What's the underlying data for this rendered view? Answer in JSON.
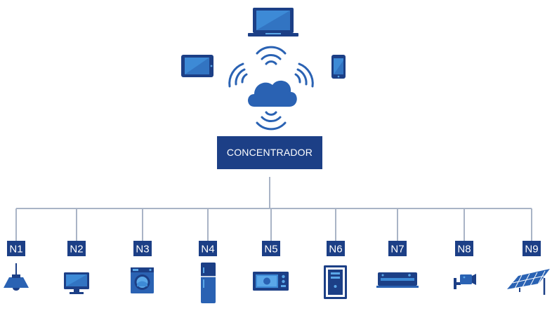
{
  "colors": {
    "navy": "#1c3f86",
    "mid_blue": "#2a62b3",
    "light_blue": "#3d8ad6",
    "sky_blue": "#5aa7e8",
    "line_gray": "#a9b4c6"
  },
  "devices": {
    "laptop": "laptop-icon",
    "tablet": "tablet-icon",
    "phone": "smartphone-icon",
    "cloud": "cloud-icon"
  },
  "concentrator": {
    "label": "CONCENTRADOR"
  },
  "nodes": [
    {
      "label": "N1",
      "icon": "pendant-lamp-icon"
    },
    {
      "label": "N2",
      "icon": "monitor-icon"
    },
    {
      "label": "N3",
      "icon": "washing-machine-icon"
    },
    {
      "label": "N4",
      "icon": "refrigerator-icon"
    },
    {
      "label": "N5",
      "icon": "microwave-icon"
    },
    {
      "label": "N6",
      "icon": "pc-tower-icon"
    },
    {
      "label": "N7",
      "icon": "dvd-player-icon"
    },
    {
      "label": "N8",
      "icon": "security-camera-icon"
    },
    {
      "label": "N9",
      "icon": "solar-panel-icon"
    }
  ]
}
